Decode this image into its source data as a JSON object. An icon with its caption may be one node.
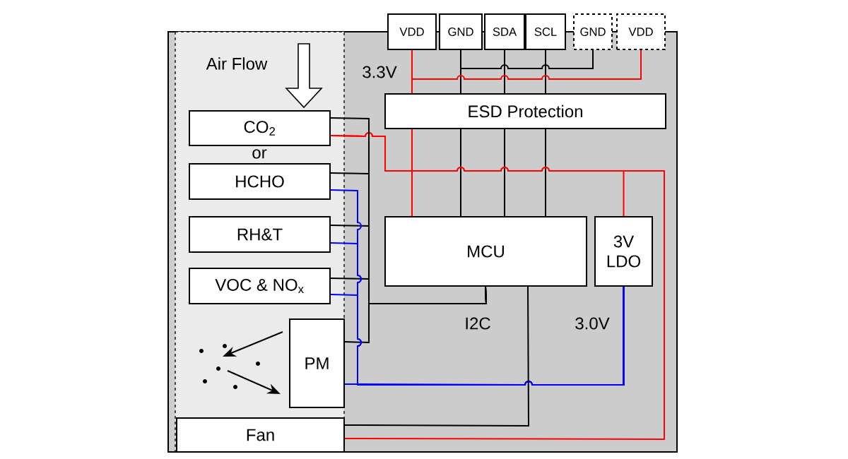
{
  "diagram": {
    "nodes": [
      {
        "text": [
          "VDD"
        ]
      },
      {
        "text": [
          "GND"
        ]
      },
      {
        "text": [
          "SDA"
        ]
      },
      {
        "text": [
          "SCL"
        ]
      },
      {
        "text": [
          "GND"
        ]
      },
      {
        "text": [
          "VDD"
        ]
      },
      {
        "text": [
          "ESD Protection"
        ]
      },
      {
        "text": [
          "CO$_{2}$"
        ]
      },
      {
        "text": [
          "HCHO"
        ]
      },
      {
        "text": [
          "RH&T"
        ]
      },
      {
        "text": [
          "VOC & NO$_{x}$"
        ]
      },
      {
        "text": [
          "PM"
        ]
      },
      {
        "text": [
          "MCU"
        ]
      },
      {
        "text": [
          "3V LDO"
        ]
      },
      {
        "text": [
          "Fan"
        ]
      }
    ],
    "edges": [
      {
        "from": 0,
        "to": 6,
        "arrow": "none",
        "color": "#ff0000"
      },
      {
        "from": 1,
        "to": 6,
        "arrow": "none"
      },
      {
        "from": 2,
        "to": 6,
        "arrow": "none"
      },
      {
        "from": 3,
        "to": 6,
        "arrow": "none"
      },
      {
        "from": 4,
        "to": 6,
        "arrow": "none"
      },
      {
        "from": 5,
        "to": 6,
        "arrow": "none",
        "color": "#ff0000"
      },
      {
        "from": 6,
        "to": 12,
        "arrow": "none",
        "color": "#ff0000"
      },
      {
        "from": 6,
        "to": 12,
        "arrow": "none"
      },
      {
        "from": 6,
        "to": 12,
        "arrow": "none"
      },
      {
        "from": 6,
        "to": 12,
        "arrow": "none"
      },
      {
        "from": 7,
        "to": 14,
        "arrow": "none",
        "color": "#ff0000"
      },
      {
        "from": 7,
        "to": 13,
        "arrow": "none",
        "color": "#ff0000"
      },
      {
        "from": 7,
        "to": 12,
        "arrow": "none"
      },
      {
        "from": 8,
        "to": 12,
        "arrow": "none"
      },
      {
        "from": 9,
        "to": 12,
        "arrow": "none"
      },
      {
        "from": 10,
        "to": 12,
        "arrow": "none"
      },
      {
        "from": 11,
        "to": 12,
        "arrow": "none"
      },
      {
        "from": 13,
        "to": 8,
        "arrow": "none",
        "color": "#0000ff"
      },
      {
        "from": 13,
        "to": 9,
        "arrow": "none",
        "color": "#0000ff"
      },
      {
        "from": 13,
        "to": 10,
        "arrow": "none",
        "color": "#0000ff"
      },
      {
        "from": 13,
        "to": 11,
        "arrow": "none",
        "color": "#0000ff"
      },
      {
        "from": 12,
        "to": 14,
        "arrow": "none"
      }
    ],
    "labels": [
      "Air Flow",
      "3.3V",
      "or",
      "I2C",
      "3.0V"
    ]
  }
}
